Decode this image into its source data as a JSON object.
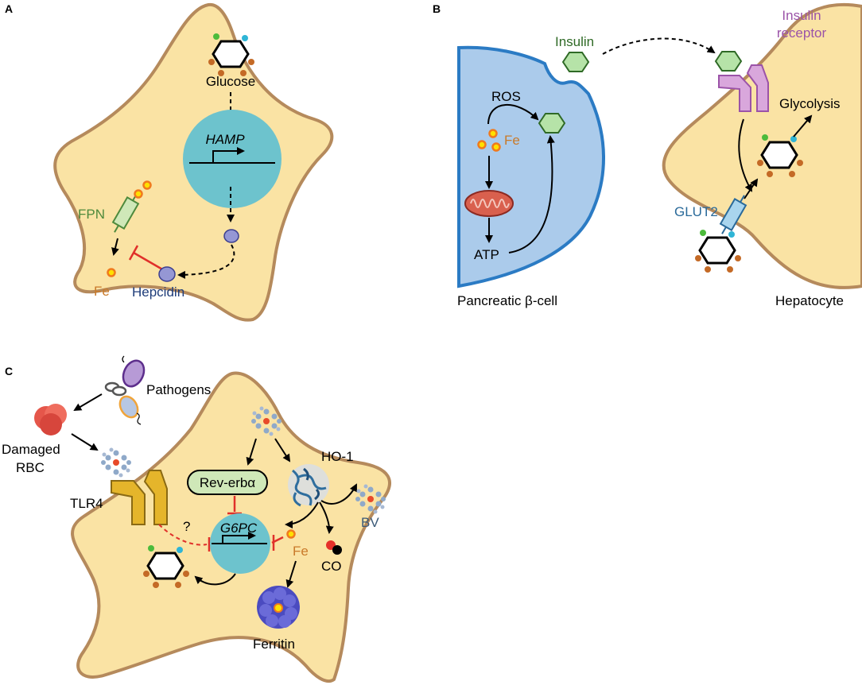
{
  "panels": {
    "a": {
      "letter": "A",
      "glucose": "Glucose",
      "hamp": "HAMP",
      "fpn": "FPN",
      "fe": "Fe",
      "hepcidin": "Hepcidin"
    },
    "b": {
      "letter": "B",
      "insulin": "Insulin",
      "insulin_receptor_line1": "Insulin",
      "insulin_receptor_line2": "receptor",
      "ros": "ROS",
      "fe": "Fe",
      "atp": "ATP",
      "glycolysis": "Glycolysis",
      "glut2": "GLUT2",
      "pancreatic_cell": "Pancreatic β-cell",
      "hepatocyte": "Hepatocyte"
    },
    "c": {
      "letter": "C",
      "pathogens": "Pathogens",
      "damaged_rbc_line1": "Damaged",
      "damaged_rbc_line2": "RBC",
      "tlr4": "TLR4",
      "rev_erba": "Rev-erbα",
      "ho1": "HO-1",
      "g6pc": "G6PC",
      "question": "?",
      "fe": "Fe",
      "bv": "BV",
      "co": "CO",
      "ferritin": "Ferritin"
    }
  },
  "colors": {
    "cell_fill": "#fae3a4",
    "cell_border": "#b58a5c",
    "nucleus": "#6dc3cd",
    "beta_cell_fill": "#abcbeb",
    "beta_cell_border": "#2b7bc4",
    "hexagon": "#b6e3a8",
    "receptor": "#d9a7dc",
    "tlr4": "#e5b52b",
    "inhibition": "#e0302a",
    "iron": "#f07a1d",
    "hepcidin": "#9597d4",
    "fpn_label": "#4e8a3c",
    "hepcidin_label": "#1f3d7a",
    "insulin_label": "#2f6a26",
    "receptor_label": "#9b53a8",
    "glut2_label": "#2a6a9a",
    "fe_label": "#c97a2a",
    "bv_label": "#3b5a78"
  }
}
